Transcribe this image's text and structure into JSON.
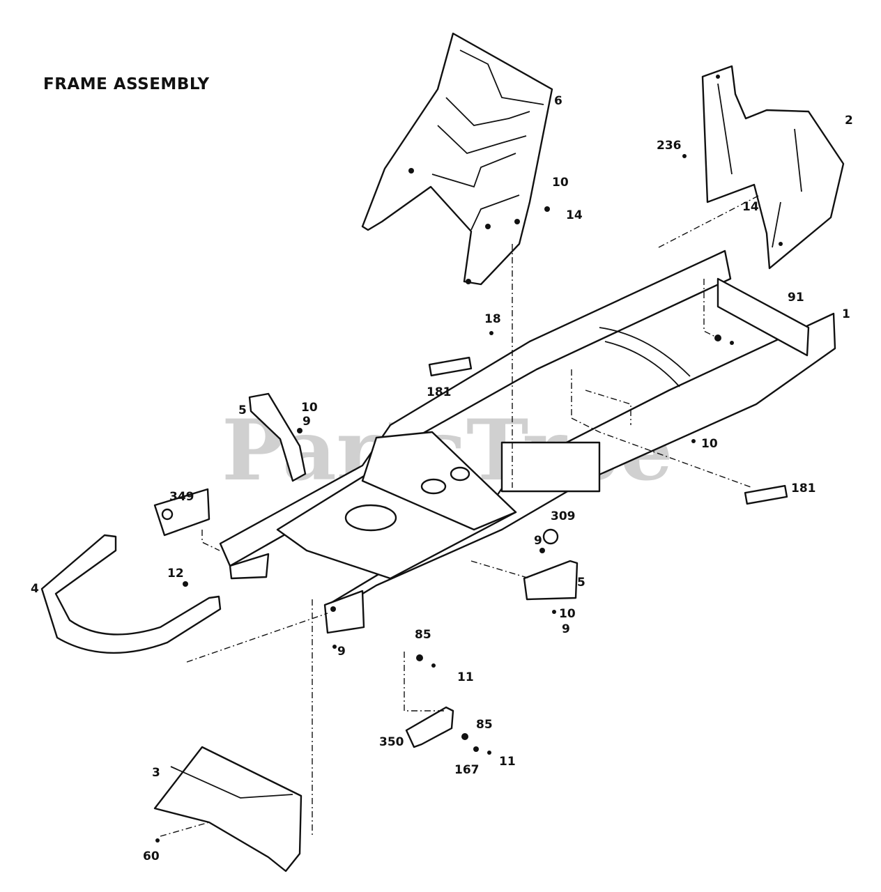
{
  "title": "FRAME ASSEMBLY",
  "watermark": "PartsTree",
  "labels": {
    "l6": "6",
    "l2": "2",
    "l236": "236",
    "l10_top": "10",
    "l14_top": "14",
    "l14_right": "14",
    "l91": "91",
    "l1": "1",
    "l18": "18",
    "l181_left": "181",
    "l5_left": "5",
    "l10_left": "10",
    "l9_left": "9",
    "l10_mid": "10",
    "l181_right": "181",
    "l349": "349",
    "l309": "309",
    "l9_309": "9",
    "l4": "4",
    "l12": "12",
    "l5_right": "5",
    "l10_right": "10",
    "l9_right": "9",
    "l9_front": "9",
    "l85_a": "85",
    "l11_a": "11",
    "l350": "350",
    "l85_b": "85",
    "l167": "167",
    "l11_b": "11",
    "l3": "3",
    "l60": "60"
  }
}
